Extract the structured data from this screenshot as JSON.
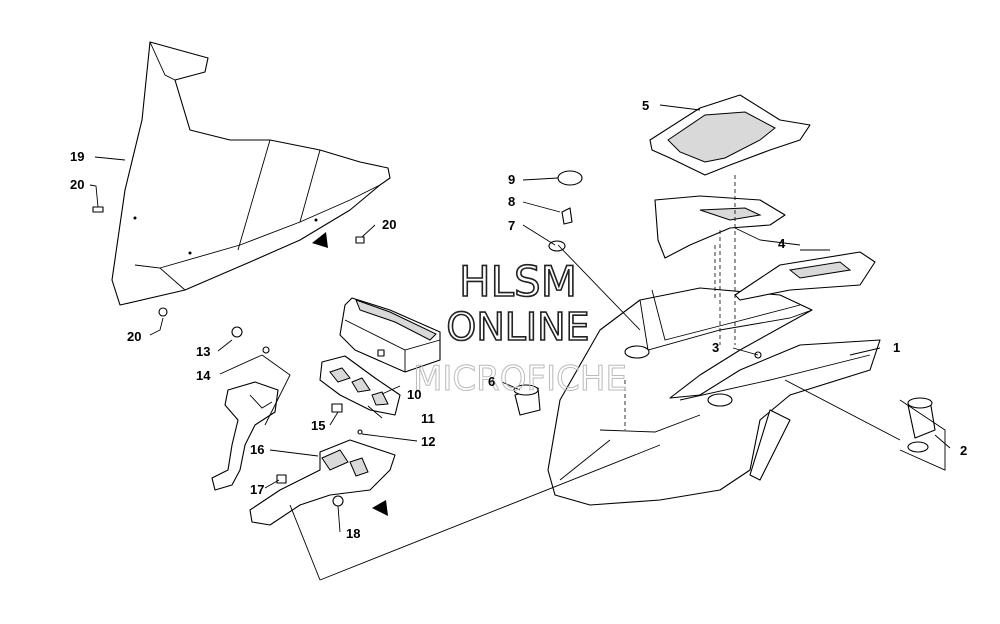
{
  "watermark": {
    "line1": "HLSM",
    "line2": "ONLINE",
    "line3": "MICROFICHE"
  },
  "callouts": [
    {
      "id": "c1",
      "label": "1"
    },
    {
      "id": "c2",
      "label": "2"
    },
    {
      "id": "c3",
      "label": "3"
    },
    {
      "id": "c4",
      "label": "4"
    },
    {
      "id": "c5",
      "label": "5"
    },
    {
      "id": "c6",
      "label": "6"
    },
    {
      "id": "c7",
      "label": "7"
    },
    {
      "id": "c8",
      "label": "8"
    },
    {
      "id": "c9",
      "label": "9"
    },
    {
      "id": "c10",
      "label": "10"
    },
    {
      "id": "c11",
      "label": "11"
    },
    {
      "id": "c12",
      "label": "12"
    },
    {
      "id": "c13",
      "label": "13"
    },
    {
      "id": "c14",
      "label": "14"
    },
    {
      "id": "c15",
      "label": "15"
    },
    {
      "id": "c16",
      "label": "16"
    },
    {
      "id": "c17",
      "label": "17"
    },
    {
      "id": "c18",
      "label": "18"
    },
    {
      "id": "c19",
      "label": "19"
    },
    {
      "id": "c20a",
      "label": "20"
    },
    {
      "id": "c20b",
      "label": "20"
    },
    {
      "id": "c20c",
      "label": "20"
    }
  ]
}
